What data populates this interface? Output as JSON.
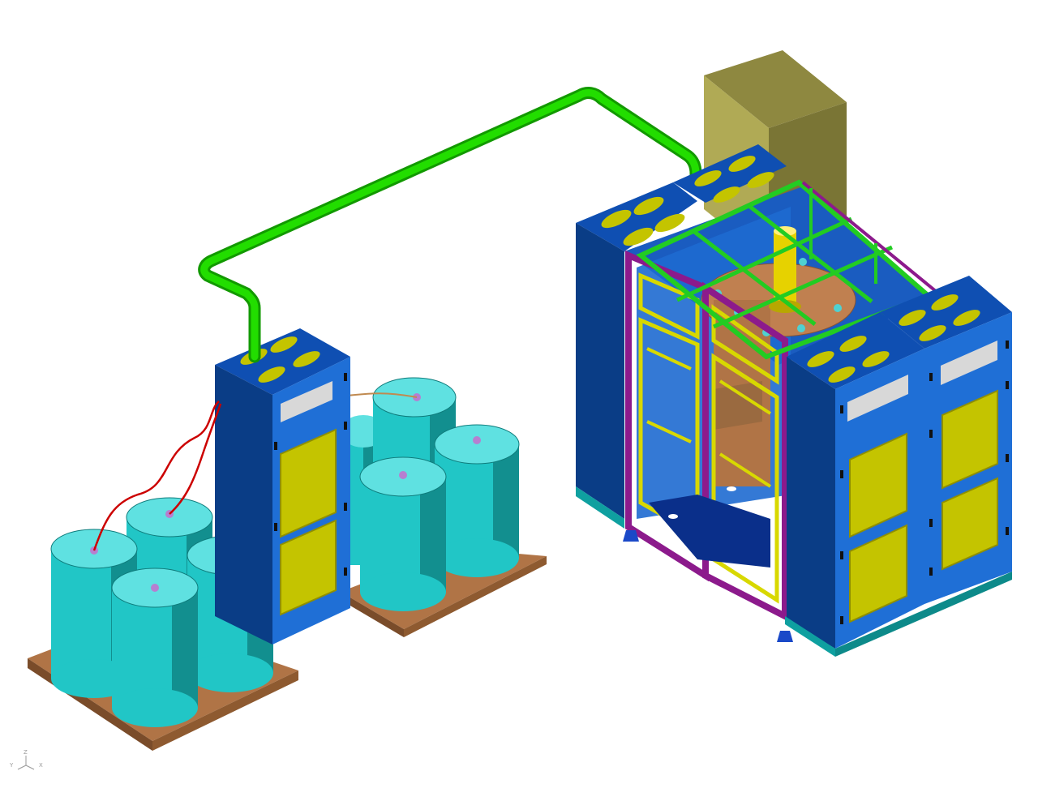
{
  "axis_triad": {
    "x_label": "X",
    "y_label": "Y",
    "z_label": "Z"
  },
  "colors": {
    "background": "#ffffff",
    "cabinet_front": "#1f6fd6",
    "cabinet_side": "#0a3d86",
    "cabinet_top": "#0f4fb2",
    "panel_yellow": "#c4c400",
    "panel_yellow_dark": "#8f8f00",
    "label_grey": "#d8d8d8",
    "drum_face": "#21c6c6",
    "drum_side": "#128f8f",
    "drum_top": "#5fe1e1",
    "pallet_top": "#b07446",
    "pallet_side": "#7a4c2a",
    "green_pipe": "#22dd00",
    "green_pipe_dark": "#129900",
    "red_cable": "#cc0000",
    "frame_purple": "#8c1a8c",
    "frame_yellow": "#d8d800",
    "frame_green": "#22cc22",
    "khaki_box_front": "#b0aa55",
    "khaki_box_side": "#7a7535",
    "khaki_box_top": "#8e8840",
    "tank_brown": "#c08050",
    "cylinder_yellow": "#e6d200",
    "feet_blue": "#1a49c8",
    "base_teal": "#0fa0a0"
  },
  "icons": {
    "axis": "xyz-axis-triad-icon"
  }
}
